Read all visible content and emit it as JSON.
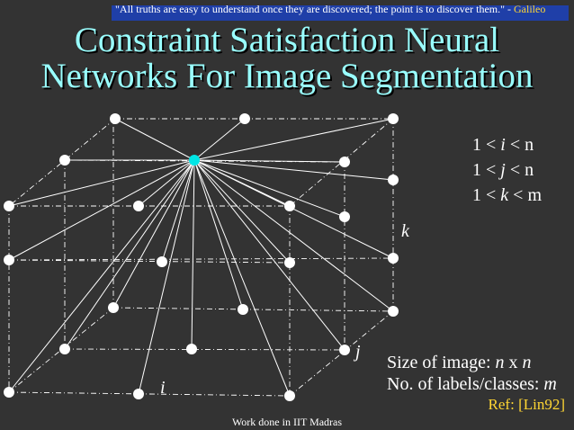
{
  "header": {
    "quote": "\"All truths are easy to understand once they are discovered; the point is to discover them.\" -",
    "author": "Galileo",
    "title_line1": "Constraint Satisfaction Neural",
    "title_line2": "Networks For Image Segmentation"
  },
  "ranges": [
    {
      "lower": "1 <",
      "var": "i",
      "upper": "< n"
    },
    {
      "lower": "1 <",
      "var": "j",
      "upper": "< n"
    },
    {
      "lower": "1 <",
      "var": "k",
      "upper": "< m"
    }
  ],
  "axis_labels": {
    "i": "i",
    "j": "j",
    "k": "k"
  },
  "info": {
    "size_label": "Size of image:",
    "size_n1": "n",
    "size_x": "x",
    "size_n2": "n",
    "labels_label": "No. of labels/classes:",
    "labels_m": "m"
  },
  "reference": "Ref: [Lin92]",
  "footer": "Work done in IIT Madras",
  "colors": {
    "node": "#ffffff",
    "highlight_node": "#00e5e5",
    "title": "#99ffff",
    "reference": "#ffd633",
    "quote_bar": "#1f3fa8"
  }
}
